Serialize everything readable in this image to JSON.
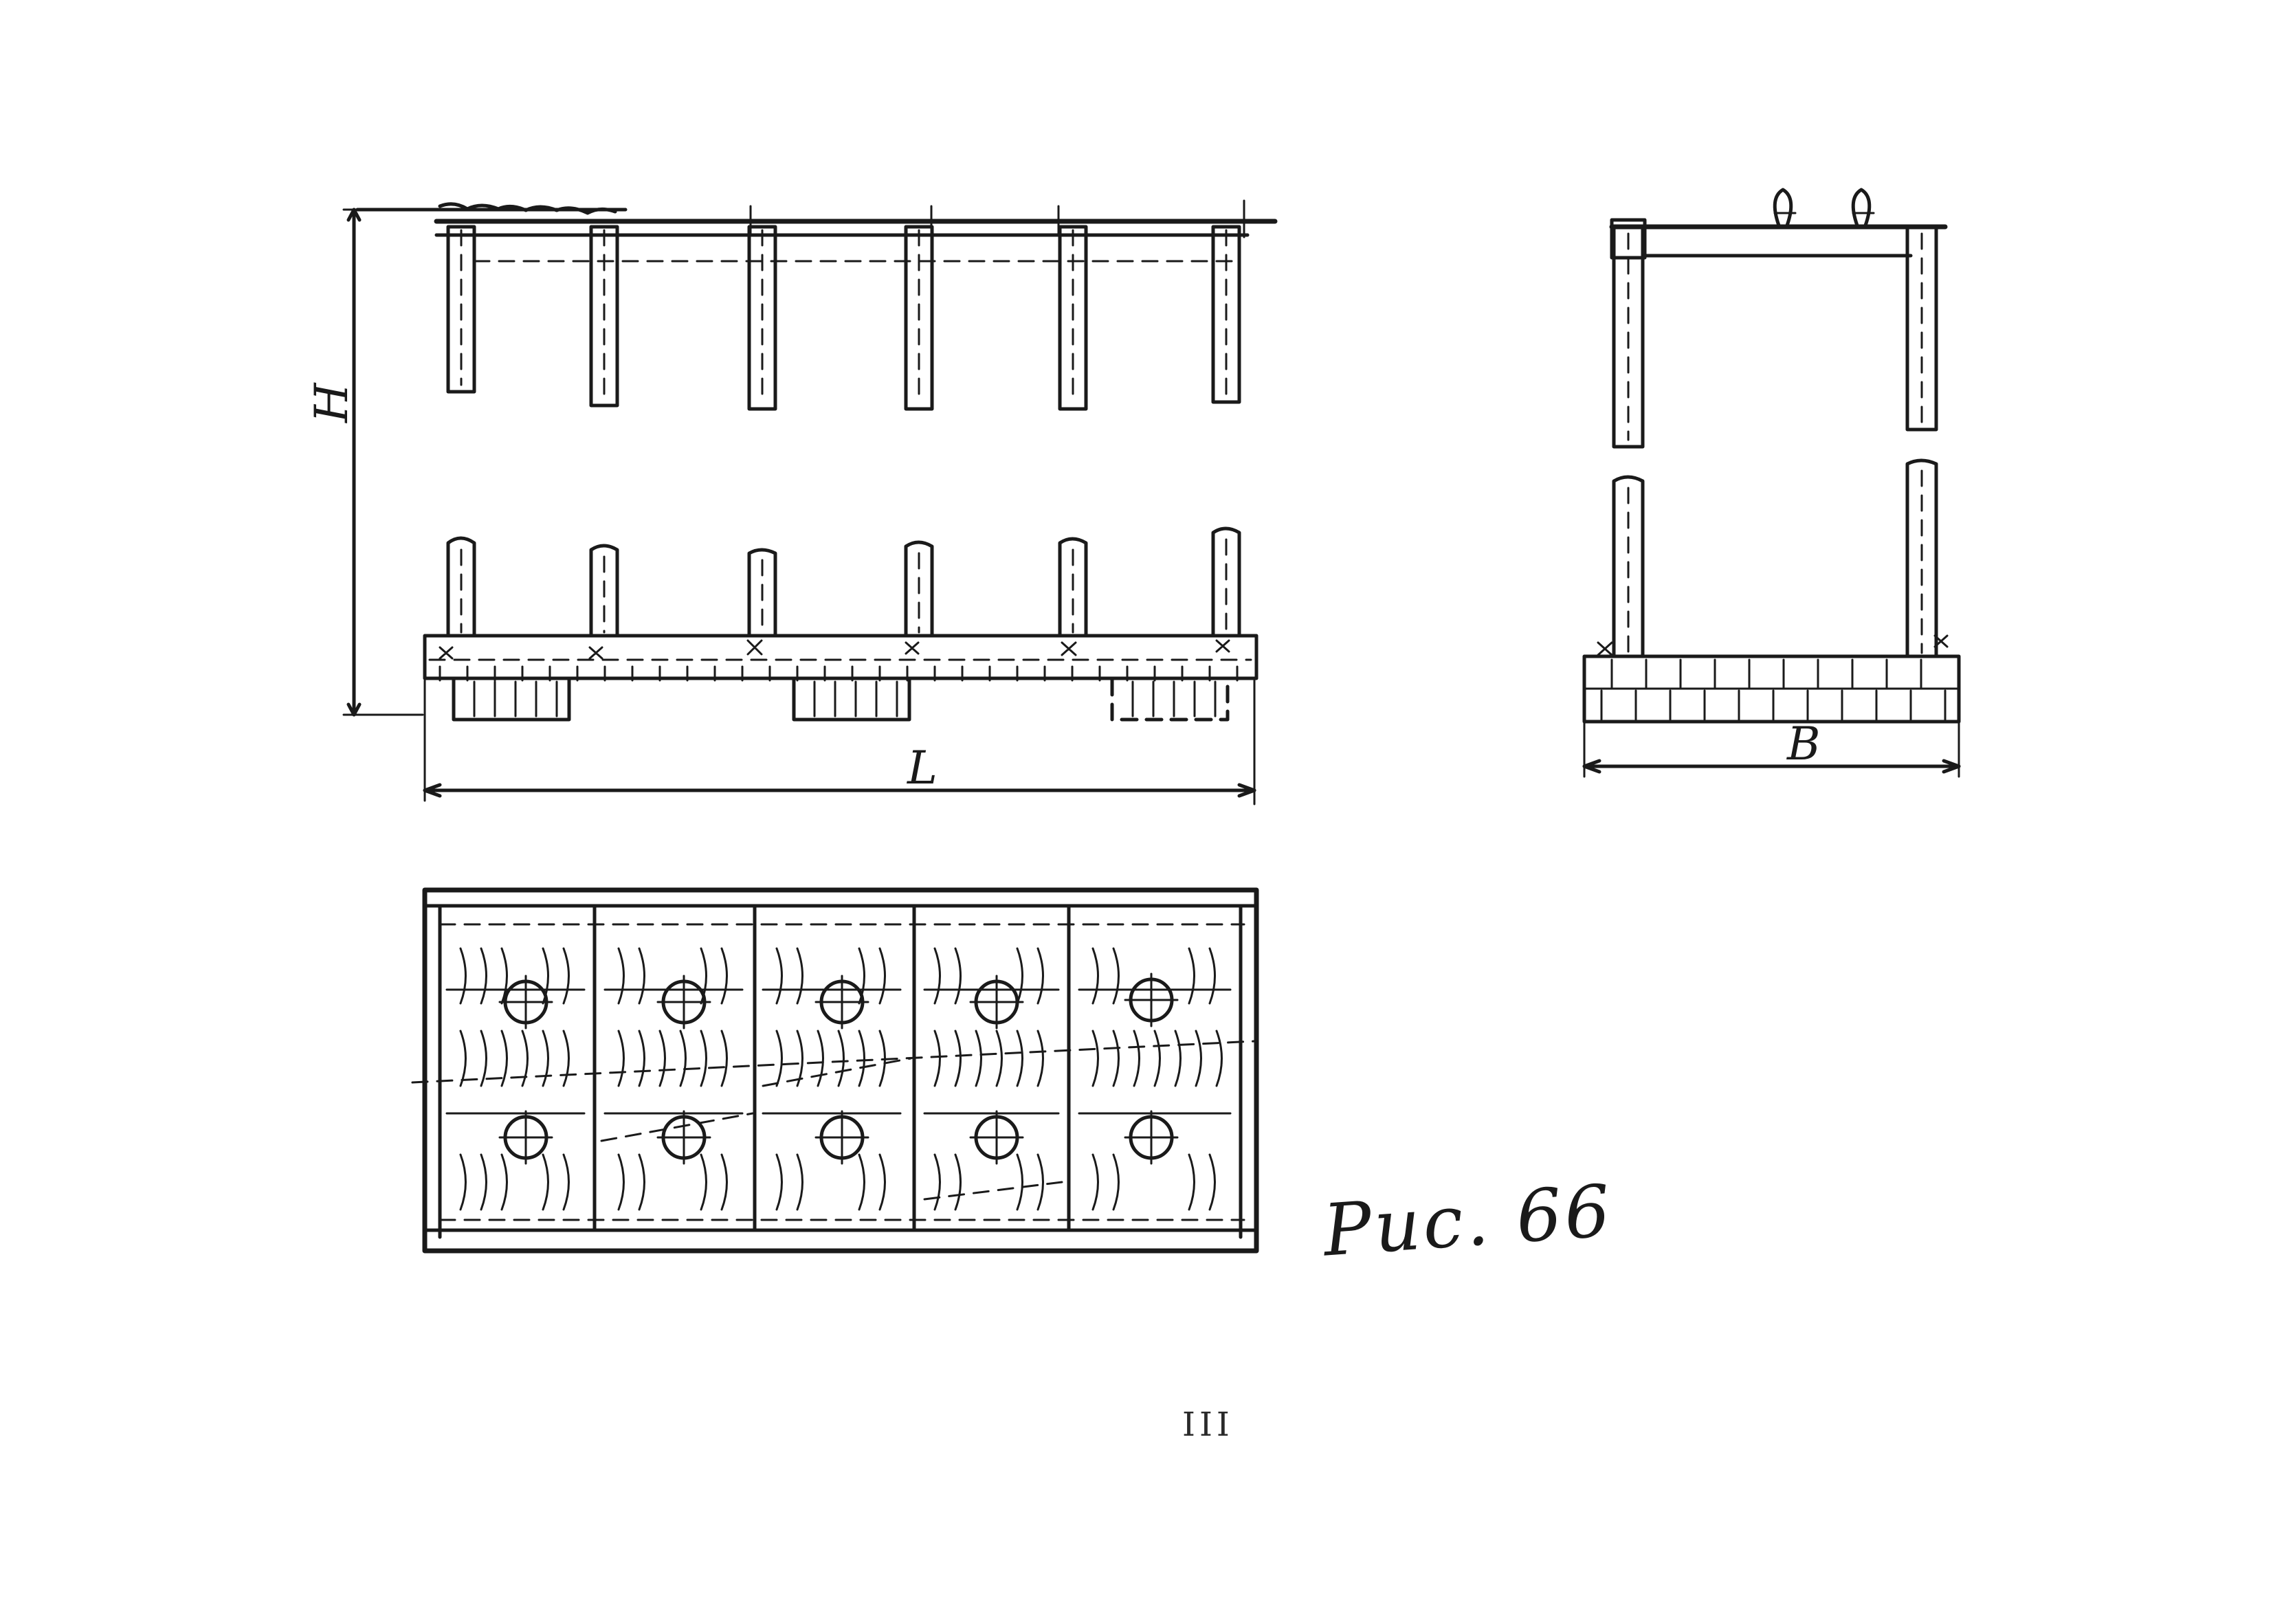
{
  "drawing": {
    "labels": {
      "height": "H",
      "length": "L",
      "width": "B"
    },
    "caption": "Рис. 66",
    "page_number": "III"
  }
}
